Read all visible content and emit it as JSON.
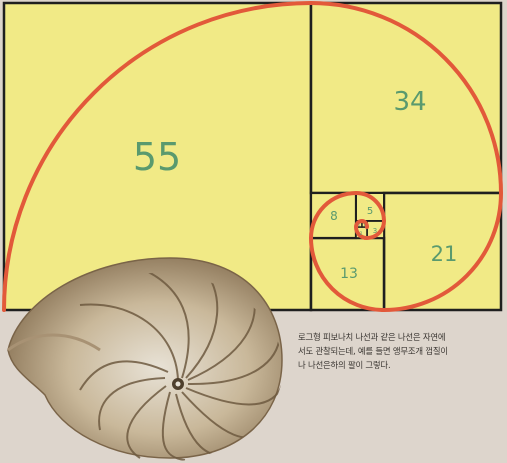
{
  "colors": {
    "page_background": "#ddd5cc",
    "square_fill": "#f1ea86",
    "square_border": "#1f1f1f",
    "spiral": "#e2593a",
    "numbers": "#5a9a6e"
  },
  "fibonacci_squares": [
    {
      "label": "55"
    },
    {
      "label": "34"
    },
    {
      "label": "21"
    },
    {
      "label": "13"
    },
    {
      "label": "8"
    },
    {
      "label": "5"
    },
    {
      "label": "3"
    },
    {
      "label": "2"
    },
    {
      "label": "1"
    },
    {
      "label": "1"
    }
  ],
  "caption": "로그형 피보나치 나선과 같은 나선은 자연에서도 관찰되는데, 예를 들면 앵무조개 껍질이나 나선은하의 팔이 그렇다."
}
